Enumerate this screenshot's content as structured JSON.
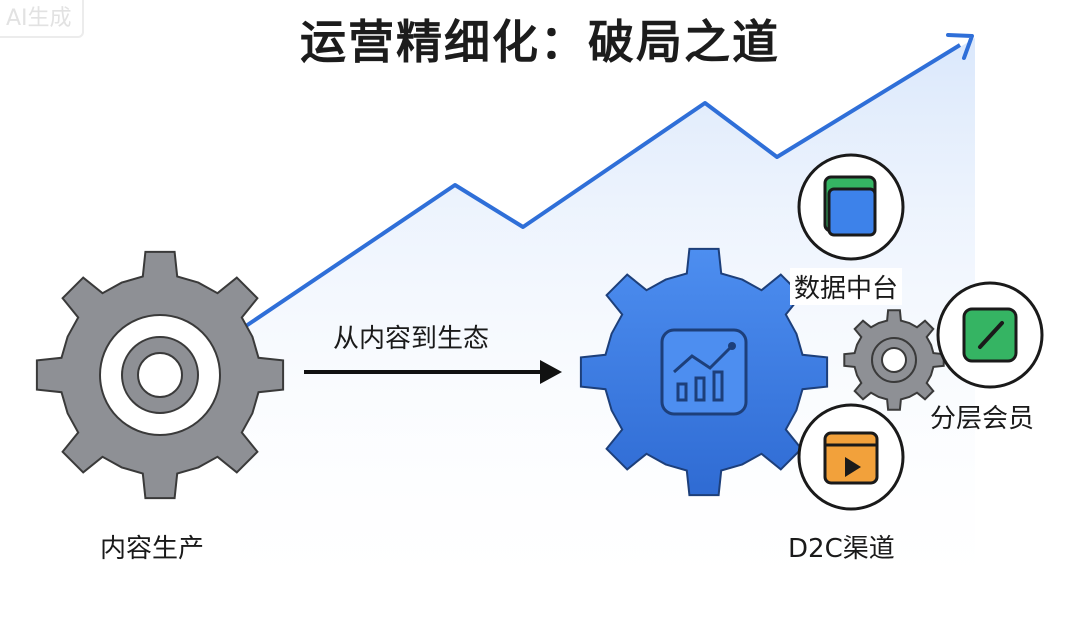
{
  "watermark": "AI生成",
  "title": "运营精细化：破局之道",
  "arrow_label": "从内容到生态",
  "left_gear_label": "内容生产",
  "satellites": {
    "data_center": "数据中台",
    "membership": "分层会员",
    "d2c": "D2C渠道"
  },
  "colors": {
    "gray_gear": "#8e9095",
    "blue_gear": "#3f7fe0",
    "trend_line": "#2f6fd8",
    "trend_fill": "#dde9fb",
    "icon_green": "#35b463",
    "icon_orange": "#f2a13b"
  }
}
